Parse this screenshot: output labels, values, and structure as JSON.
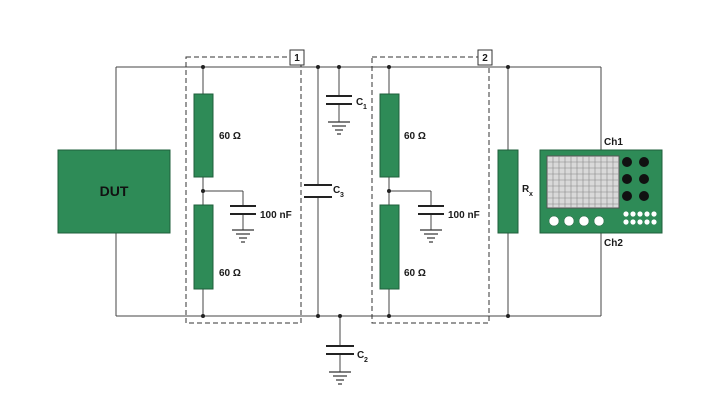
{
  "diagram": {
    "dut_label": "DUT",
    "network1": {
      "box_number": "1",
      "resistor_top": "60 Ω",
      "resistor_bottom": "60 Ω",
      "capacitor": "100 nF"
    },
    "network2": {
      "box_number": "2",
      "resistor_top": "60 Ω",
      "resistor_bottom": "60 Ω",
      "capacitor": "100 nF"
    },
    "c1": {
      "main": "C",
      "sub": "1"
    },
    "c2": {
      "main": "C",
      "sub": "2"
    },
    "c3": {
      "main": "C",
      "sub": "3"
    },
    "rx": {
      "main": "R",
      "sub": "x"
    },
    "scope": {
      "ch1": "Ch1",
      "ch2": "Ch2"
    }
  },
  "colors": {
    "component_green": "#2e8b57",
    "scope_screen": "#d9d9d9"
  }
}
